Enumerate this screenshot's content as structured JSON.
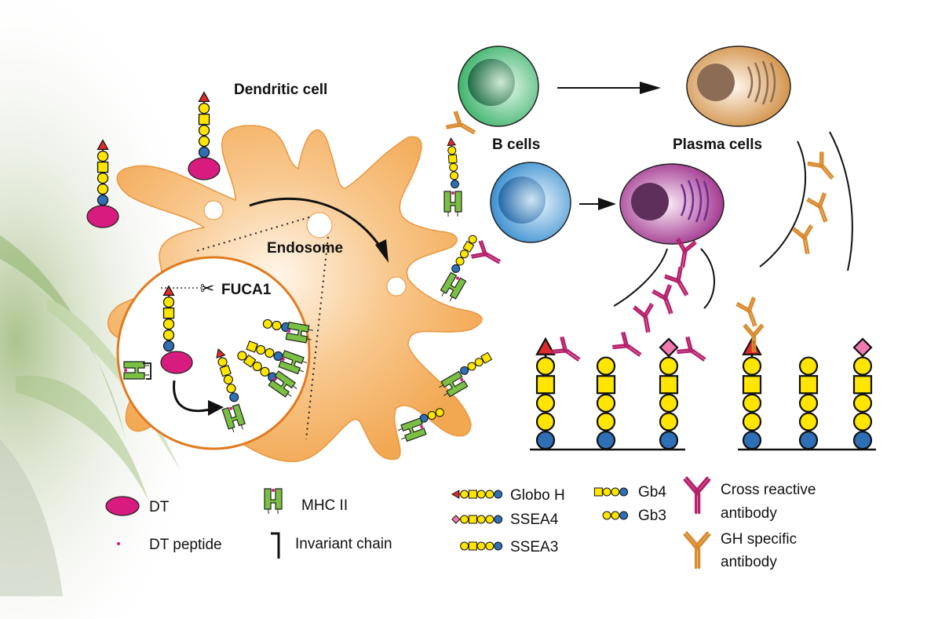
{
  "labels": {
    "dendritic_cell": "Dendritic cell",
    "endosome": "Endosome",
    "enzyme": "FUCA1",
    "b_cells": "B cells",
    "plasma_cells": "Plasma cells"
  },
  "legend": {
    "dt": "DT",
    "dt_peptide": "DT peptide",
    "mhc2": "MHC II",
    "invariant_chain": "Invariant chain",
    "globo_h": "Globo H",
    "ssea4": "SSEA4",
    "ssea3": "SSEA3",
    "gb4": "Gb4",
    "gb3": "Gb3",
    "cross_reactive_1": "Cross reactive",
    "cross_reactive_2": "antibody",
    "gh_specific_1": "GH specific",
    "gh_specific_2": "antibody"
  },
  "colors": {
    "dendritic": "#f3a959",
    "endosome_border": "#e07b20",
    "dt": "#d81b7e",
    "mhc": "#7ac143",
    "fucose": "#e02b2b",
    "galactose": "#ffe500",
    "galnac": "#ffe500",
    "glucose": "#2f6fb5",
    "sialic": "#f07ab0",
    "cross_antibody": "#b51f6b",
    "gh_antibody": "#d98a2e",
    "b_cell_green": "#3cb36b",
    "b_cell_blue": "#3a8fd0",
    "plasma_orange": "#cf8b3e",
    "plasma_purple": "#9b2a87"
  },
  "glycan_surfaces": [
    {
      "group": "cross-reactive",
      "glycans": [
        "Globo H",
        "SSEA3",
        "SSEA4"
      ]
    },
    {
      "group": "gh-specific",
      "glycans": [
        "Globo H",
        "SSEA3",
        "SSEA4"
      ]
    }
  ]
}
